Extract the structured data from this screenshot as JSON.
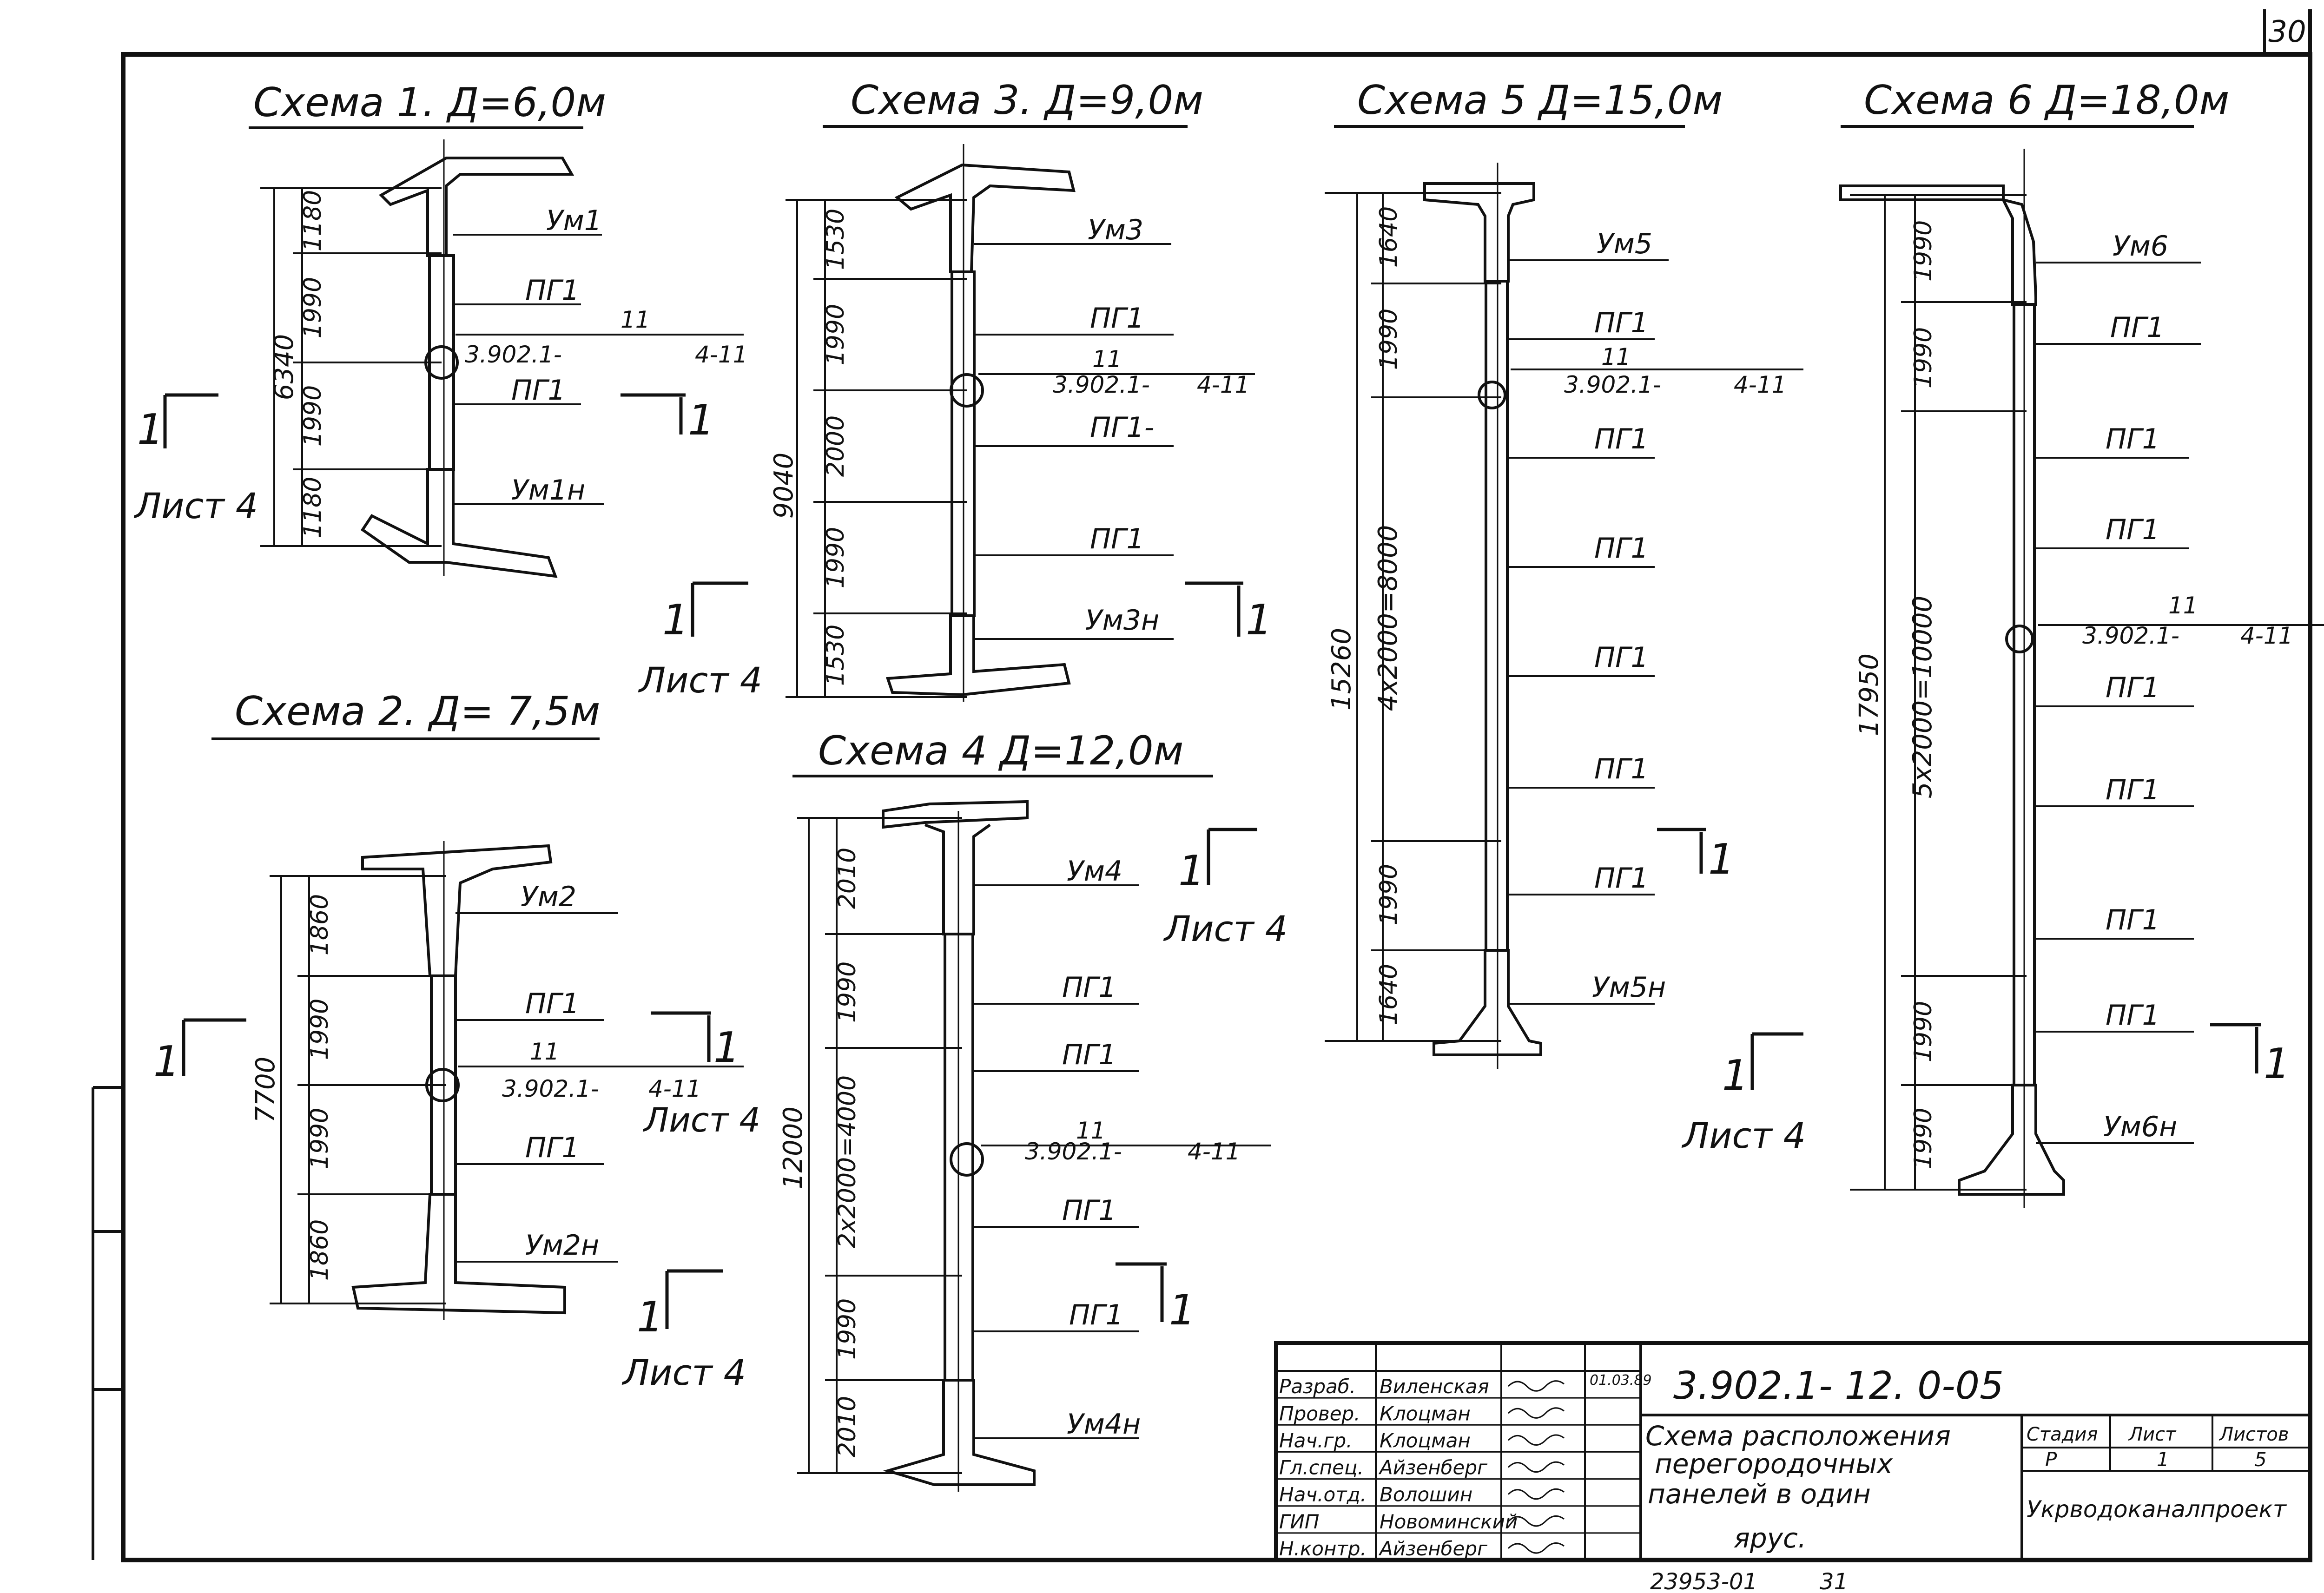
{
  "sheet": {
    "page_number": "30",
    "code": "3.902.1- 12. 0-05",
    "footer_left": "23953-01",
    "footer_right": "31"
  },
  "titles": {
    "s1": "Схема 1.  Д=6,0м",
    "s2": "Схема 2.  Д= 7,5м",
    "s3": "Схема 3.  Д=9,0м",
    "s4": "Схема 4  Д=12,0м",
    "s5": "Схема 5  Д=15,0м",
    "s6": "Схема 6  Д=18,0м"
  },
  "labels": {
    "um1": "Ум1",
    "um1n": "Ум1н",
    "um2": "Ум2",
    "um2n": "Ум2н",
    "um3": "Ум3",
    "um3n": "Ум3н",
    "um4": "Ум4",
    "um4n": "Ум4н",
    "um5": "Ум5",
    "um5n": "Ум5н",
    "um6": "Ум6",
    "um6n": "Ум6н",
    "pg1": "ПГ1",
    "pg1_dash": "ПГ1-",
    "node_num": "11",
    "node_ref": "3.902.1-",
    "node_sheet": "4-11",
    "section": "1",
    "sheet_ref": "Лист 4"
  },
  "dims": {
    "s1": [
      "1180",
      "1990",
      "1990",
      "1180"
    ],
    "s1_total": "6340",
    "s2": [
      "1860",
      "1990",
      "1990",
      "1860"
    ],
    "s2_total": "7700",
    "s3": [
      "1530",
      "1990",
      "2000",
      "1990",
      "1530"
    ],
    "s3_total": "9040",
    "s4": [
      "2010",
      "1990",
      "2х2000=4000",
      "1990",
      "2010"
    ],
    "s4_total": "12000",
    "s5": [
      "1640",
      "1990",
      "4х2000=8000",
      "1990",
      "1640"
    ],
    "s5_total": "15260",
    "s6": [
      "1990",
      "1990",
      "5х2000=10000",
      "1990",
      "1990"
    ],
    "s6_total": "17950"
  },
  "title_block": {
    "rows": [
      {
        "role": "Разраб.",
        "name": "Виленская"
      },
      {
        "role": "Провер.",
        "name": "Клоцман"
      },
      {
        "role": "Нач.гр.",
        "name": "Клоцман"
      },
      {
        "role": "Гл.спец.",
        "name": "Айзенберг"
      },
      {
        "role": "Нач.отд.",
        "name": "Волошин"
      },
      {
        "role": "ГИП",
        "name": "Новоминский"
      },
      {
        "role": "Н.контр.",
        "name": "Айзенберг"
      }
    ],
    "date": "01.03.89",
    "description_lines": [
      "Схема расположения",
      "перегородочных",
      "панелей  в  один",
      "ярус."
    ],
    "stage_header": "Стадия",
    "sheet_header": "Лист",
    "sheets_header": "Листов",
    "stage": "Р",
    "sheet": "1",
    "sheets": "5",
    "organization": "Укрводоканалпроект"
  }
}
